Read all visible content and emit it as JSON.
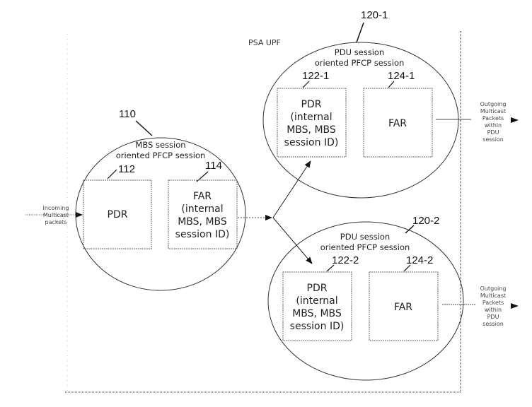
{
  "frame": {
    "label": "PSA UPF"
  },
  "mbs_session": {
    "ref": "110",
    "title_line1": "MBS session",
    "title_line2": "oriented PFCP session",
    "pdr": {
      "ref": "112",
      "lines": [
        "PDR"
      ]
    },
    "far": {
      "ref": "114",
      "lines": [
        "FAR",
        "(internal",
        "MBS, MBS",
        "session ID)"
      ]
    }
  },
  "pdu_sessions": [
    {
      "ref": "120-1",
      "title_line1": "PDU session",
      "title_line2": "oriented PFCP session",
      "pdr": {
        "ref": "122-1",
        "lines": [
          "PDR",
          "(internal",
          "MBS, MBS",
          "session ID)"
        ]
      },
      "far": {
        "ref": "124-1",
        "lines": [
          "FAR"
        ]
      },
      "outgoing": [
        "Outgoing",
        "Multicast",
        "Packets",
        "within",
        "PDU",
        "session"
      ]
    },
    {
      "ref": "120-2",
      "title_line1": "PDU session",
      "title_line2": "oriented PFCP session",
      "pdr": {
        "ref": "122-2",
        "lines": [
          "PDR",
          "(internal",
          "MBS, MBS",
          "session ID)"
        ]
      },
      "far": {
        "ref": "124-2",
        "lines": [
          "FAR"
        ]
      },
      "outgoing": [
        "Outgoing",
        "Multicast",
        "Packets",
        "within",
        "PDU",
        "session"
      ]
    }
  ],
  "incoming": [
    "Incoming",
    "Multicast",
    "packets"
  ]
}
